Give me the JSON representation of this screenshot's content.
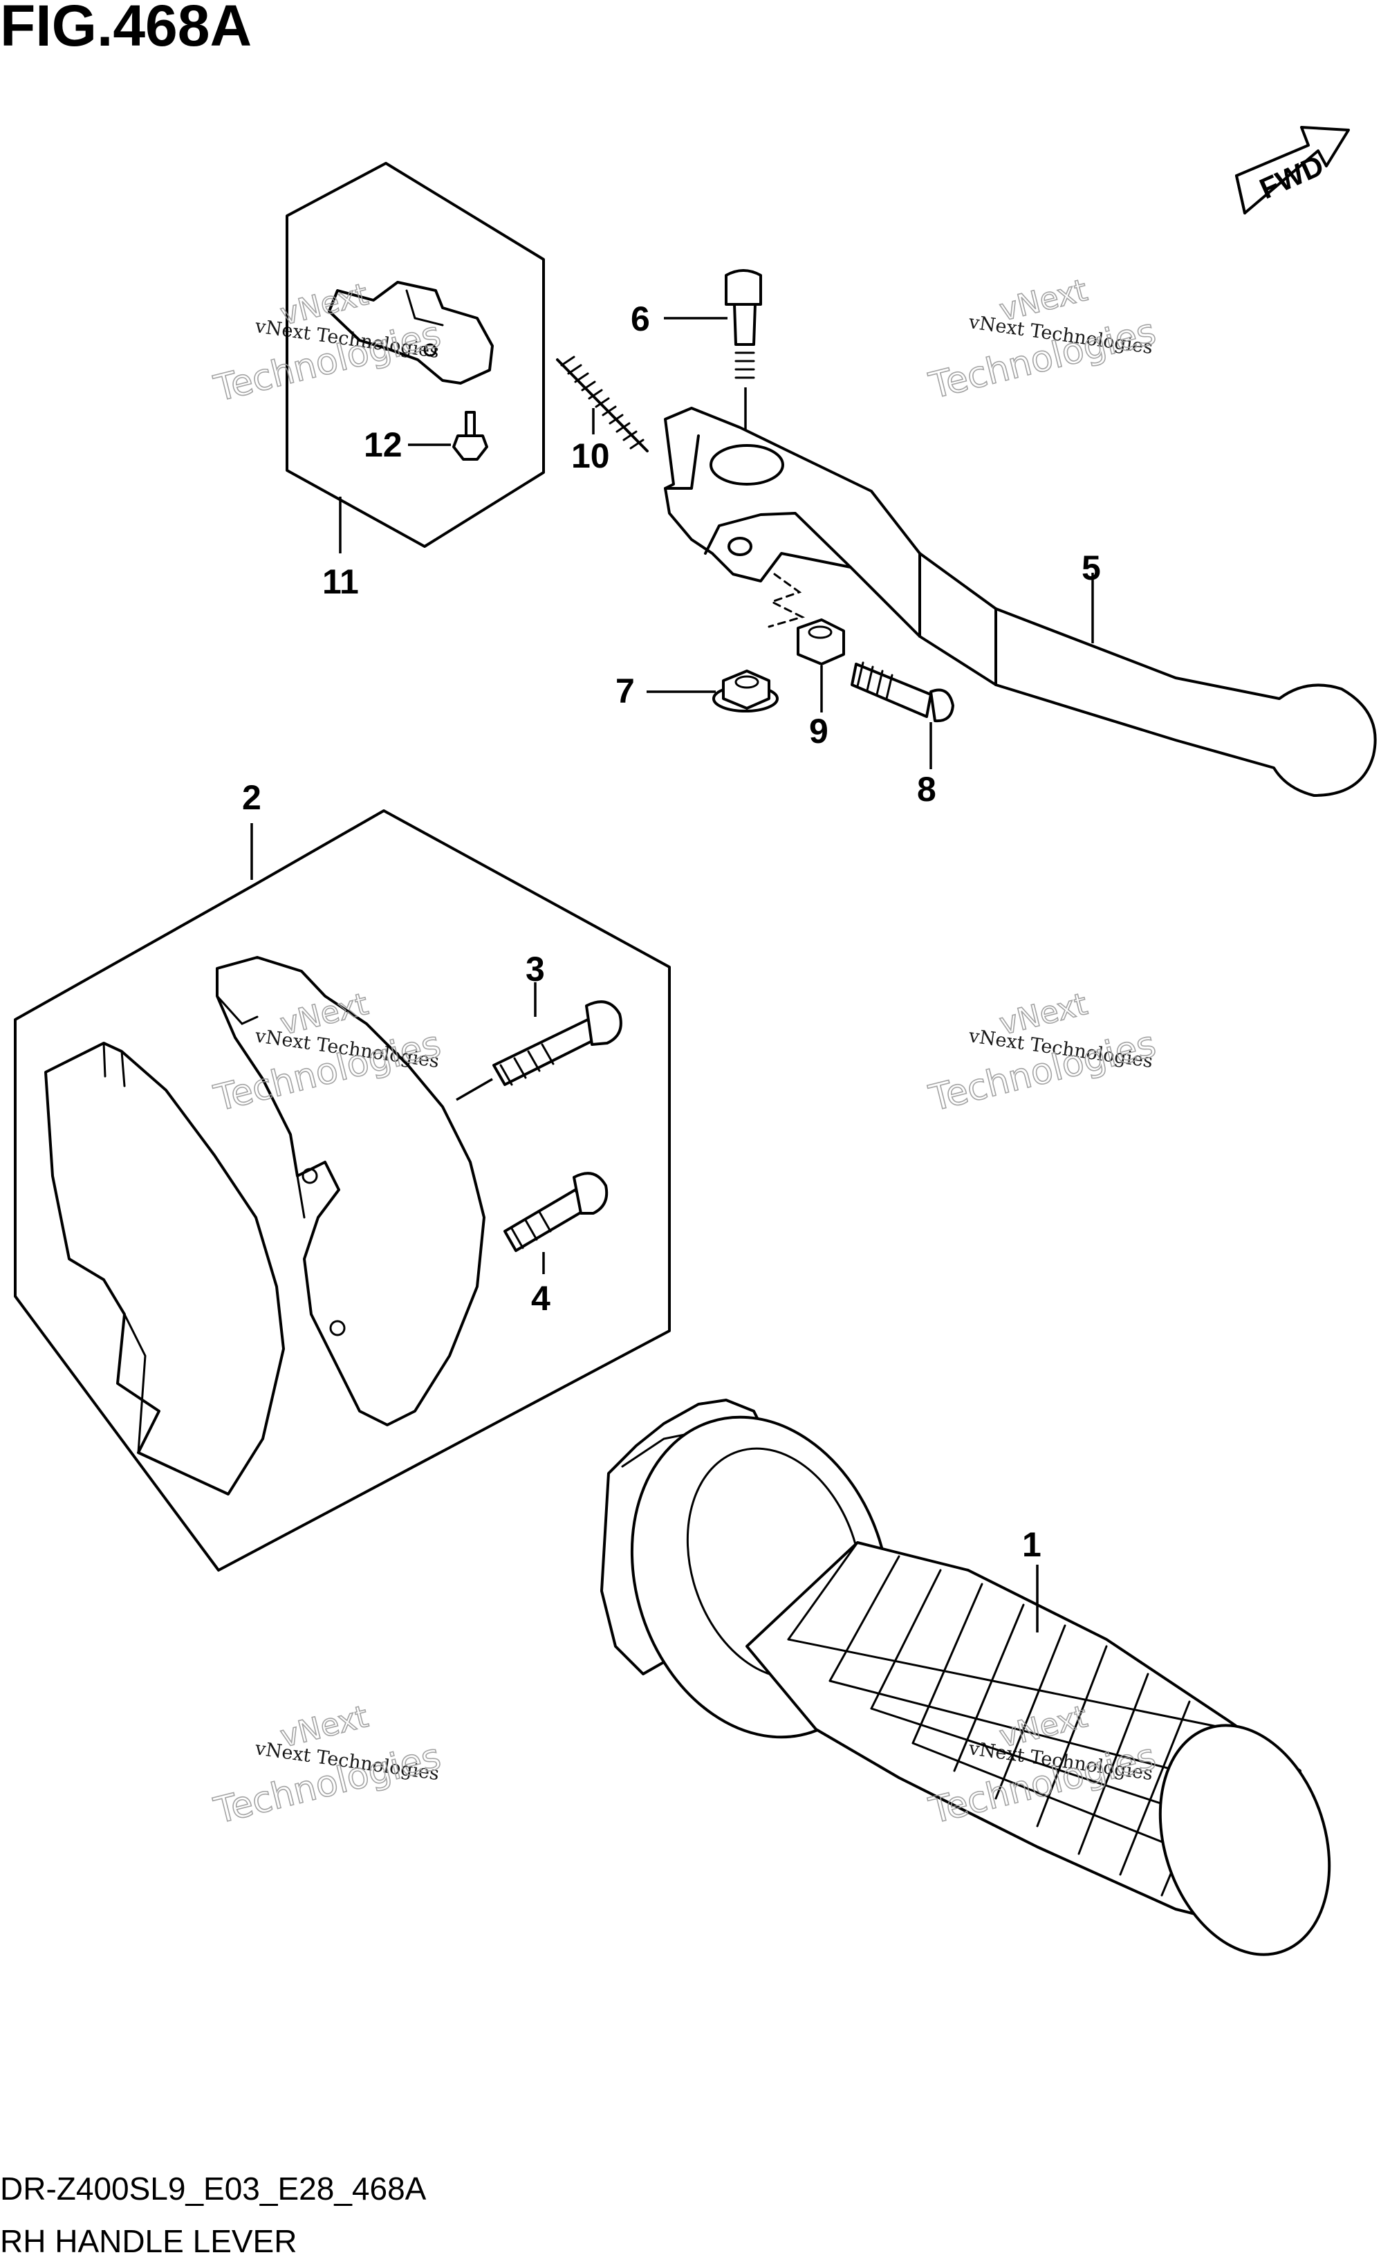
{
  "title": "FIG.468A",
  "direction_label": "FWD",
  "callouts": {
    "c1": "1",
    "c2": "2",
    "c3": "3",
    "c4": "4",
    "c5": "5",
    "c6": "6",
    "c7": "7",
    "c8": "8",
    "c9": "9",
    "c10": "10",
    "c11": "11",
    "c12": "12"
  },
  "footer": {
    "code": "DR-Z400SL9_E03_E28_468A",
    "name": "RH HANDLE LEVER"
  },
  "watermark": {
    "line1": "vNext Technologies",
    "line2": "vNext",
    "line3": "Technologies"
  }
}
